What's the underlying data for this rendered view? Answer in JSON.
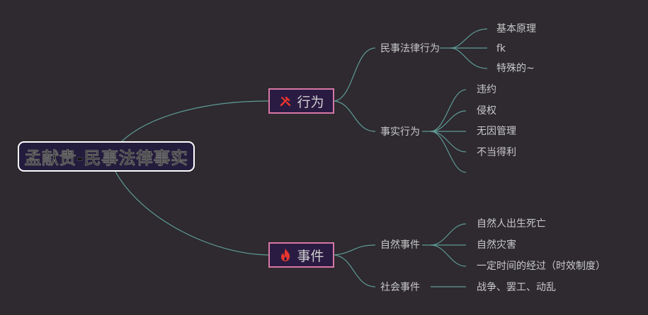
{
  "root": {
    "label": "孟献贵-民事法律事实"
  },
  "branches": [
    {
      "label": "行为",
      "icon": "tools-icon",
      "children": [
        {
          "label": "民事法律行为",
          "children": [
            "基本原理",
            "fk",
            "特殊的~"
          ]
        },
        {
          "label": "事实行为",
          "children": [
            "违约",
            "侵权",
            "无因管理",
            "不当得利",
            ""
          ]
        }
      ]
    },
    {
      "label": "事件",
      "icon": "fire-icon",
      "children": [
        {
          "label": "自然事件",
          "children": [
            "自然人出生死亡",
            "自然灾害",
            "一定时间的经过（时效制度）"
          ]
        },
        {
          "label": "社会事件",
          "children": [
            "战争、罢工、动乱"
          ]
        }
      ]
    }
  ],
  "colors": {
    "background": "#2e2a30",
    "connector": "#5f9b95",
    "root_border": "#ffffff",
    "root_fill": "#241c3c",
    "branch_border": "#d777a4",
    "branch_fill": "#2a1b42",
    "icon_red": "#e8352e",
    "text": "#c8c8c8"
  }
}
